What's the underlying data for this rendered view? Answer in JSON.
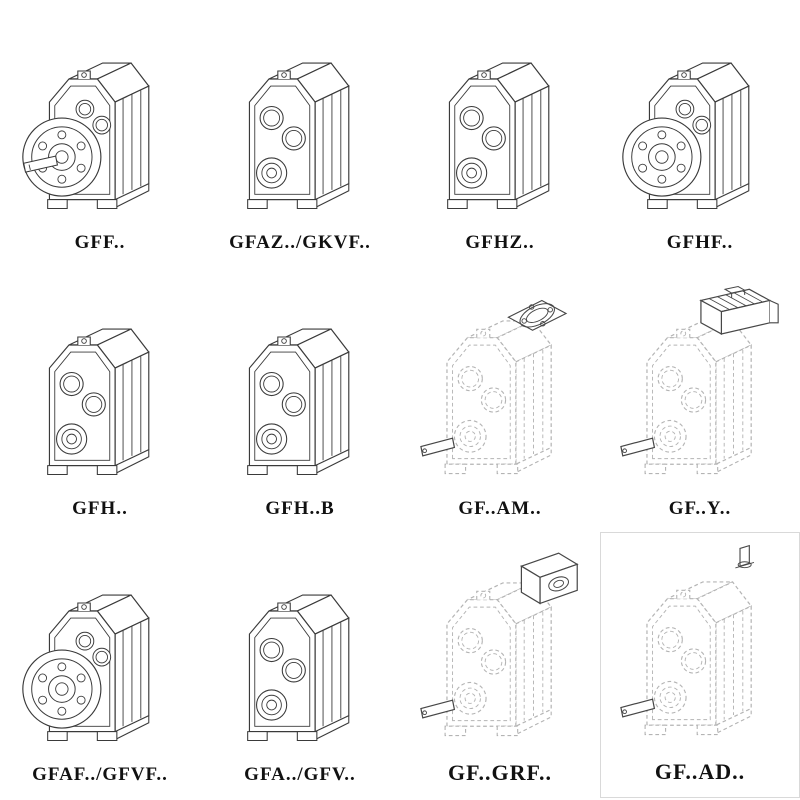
{
  "colors": {
    "line": "#3a3a3a",
    "phantom": "#b4b4b4",
    "label": "#111111"
  },
  "cells": [
    {
      "label": "GFF..",
      "drawing": "helical-gearbox-flange-with-solid-shaft-drawing"
    },
    {
      "label": "GFAZ../GKVF..",
      "drawing": "helical-gearbox-hollow-shaft-drawing"
    },
    {
      "label": "GFHZ..",
      "drawing": "helical-gearbox-hollow-shaft-drawing"
    },
    {
      "label": "GFHF..",
      "drawing": "helical-gearbox-flange-mounted-drawing"
    },
    {
      "label": "GFH..",
      "drawing": "helical-gearbox-hollow-shaft-drawing"
    },
    {
      "label": "GFH..B",
      "drawing": "helical-gearbox-foot-mounted-drawing"
    },
    {
      "label": "GF..AM..",
      "drawing": "helical-gearbox-motor-flange-adapter-drawing"
    },
    {
      "label": "GF..Y..",
      "drawing": "helical-gearbox-with-motor-drawing"
    },
    {
      "label": "GFAF../GFVF..",
      "drawing": "helical-gearbox-flange-mounted-drawing"
    },
    {
      "label": "GFA../GFV..",
      "drawing": "helical-gearbox-hollow-shaft-drawing"
    },
    {
      "label": "GF..GRF..",
      "drawing": "helical-gearbox-input-flange-block-drawing"
    },
    {
      "label": "GF..AD..",
      "drawing": "helical-gearbox-input-shaft-adapter-drawing"
    }
  ]
}
